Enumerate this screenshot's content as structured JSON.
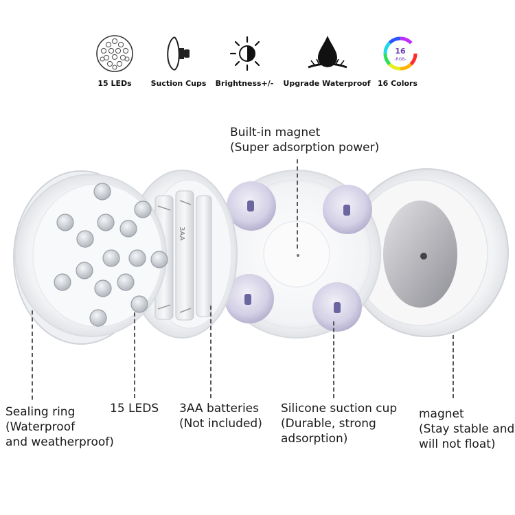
{
  "features": [
    {
      "icon": "led-grid-icon",
      "label": "15 LEDs"
    },
    {
      "icon": "suction-cup-icon",
      "label": "Suction Cups"
    },
    {
      "icon": "brightness-icon",
      "label": "Brightness+/-"
    },
    {
      "icon": "waterproof-drop-icon",
      "label": "Upgrade Waterproof"
    },
    {
      "icon": "color-ring-icon",
      "label": "16 Colors",
      "icon_text_top": "16",
      "icon_text_bottom": "-RGB-"
    }
  ],
  "annotations": {
    "magnet_top": {
      "line1": "Built-in magnet",
      "line2": "(Super adsorption power)"
    },
    "sealing_ring": {
      "line1": "Sealing ring",
      "line2": "(Waterproof",
      "line3": "and weatherproof)"
    },
    "leds": {
      "line1": "15 LEDS"
    },
    "batteries": {
      "line1": "3AA batteries",
      "line2": "(Not included)"
    },
    "suction_cup": {
      "line1": "Silicone suction cup",
      "line2": "(Durable, strong",
      "line3": "adsorption)"
    },
    "magnet": {
      "line1": "magnet",
      "line2": "(Stay stable and",
      "line3": "will not float)"
    }
  },
  "product_labels": {
    "battery_text": "3AA"
  },
  "colors": {
    "text": "#1a1a1a",
    "led": "#d9dde3",
    "suction_cup": "#c9c4de",
    "magnet_plate": "#b4b4b8"
  }
}
